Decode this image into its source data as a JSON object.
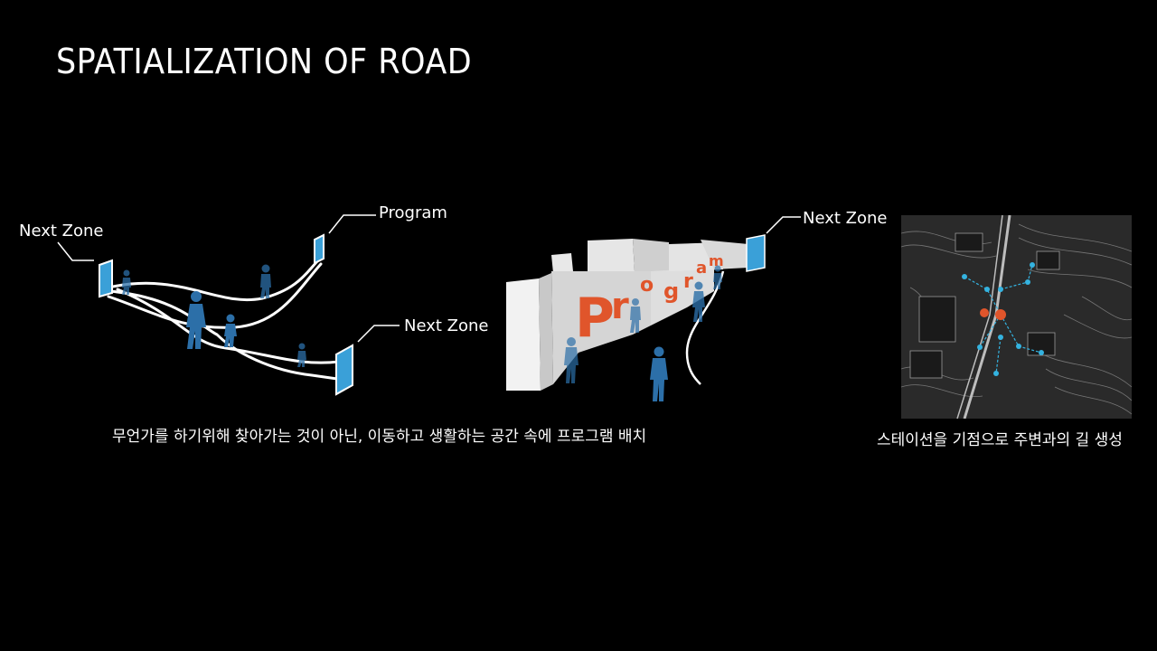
{
  "title": "SPATIALIZATION OF ROAD",
  "diagram1": {
    "label_next_zone_left": "Next Zone",
    "label_program": "Program",
    "label_next_zone_bottom": "Next Zone"
  },
  "diagram2": {
    "program_word": "Program",
    "label_next_zone": "Next Zone"
  },
  "caption_left": "무언가를 하기위해 찾아가는 것이 아닌, 이동하고 생활하는 공간 속에 프로그램 배치",
  "caption_right": "스테이션을 기점으로 주변과의 길 생성",
  "colors": {
    "accent_blue": "#3aa0d8",
    "figure_blue": "#2c6fa8",
    "program_orange": "#e0552b",
    "wall_gray": "#d9d9d9"
  }
}
